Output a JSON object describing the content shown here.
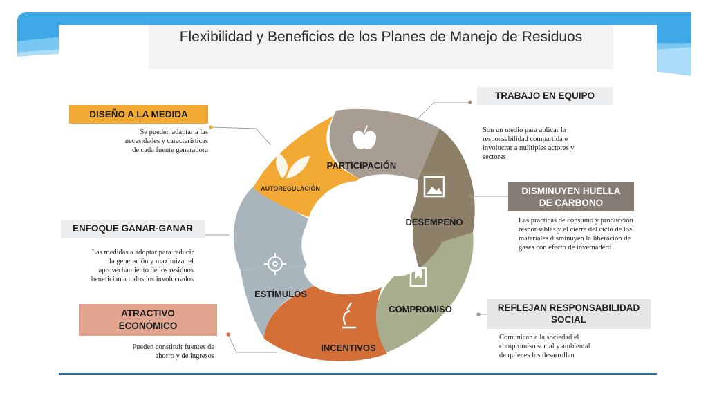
{
  "title": "Flexibilidad y Beneficios de los Planes de Manejo de Residuos",
  "colors": {
    "banner": "#3fa9e8",
    "autoregulacion": "#f2a934",
    "participacion": "#a89d92",
    "desempeno": "#8e7f68",
    "compromiso": "#a7ad8d",
    "incentivos": "#d46f38",
    "estimulos": "#a9b5bd",
    "accent_border": "#2a6fa8"
  },
  "segments": {
    "autoregulacion": {
      "label": "AUTOREGULACIÓN",
      "icon": "leaves-icon"
    },
    "participacion": {
      "label": "PARTICIPACIÓN",
      "icon": "apple-icon"
    },
    "desempeno": {
      "label": "DESEMPEÑO",
      "icon": "picture-icon"
    },
    "compromiso": {
      "label": "COMPROMISO",
      "icon": "bookmark-icon"
    },
    "incentivos": {
      "label": "INCENTIVOS",
      "icon": "microscope-icon"
    },
    "estimulos": {
      "label": "ESTÍMULOS",
      "icon": "target-icon"
    }
  },
  "callouts": {
    "diseno": {
      "title": "DISEÑO A LA MEDIDA",
      "lines": [
        "Se pueden adaptar a las",
        "necesidades y características",
        "de cada fuente generadora"
      ]
    },
    "ganar": {
      "title": "ENFOQUE GANAR-GANAR",
      "lines": [
        "Las medidas a adoptar para reducir",
        "la generación y maximizar el",
        "aprovechamiento de los residuos",
        "benefician a todos los involucrados"
      ]
    },
    "atractivo": {
      "title_1": "ATRACTIVO",
      "title_2": "ECONÓMICO",
      "lines": [
        "Pueden constituir fuentes de",
        "ahorro y de ingresos"
      ]
    },
    "trabajo": {
      "title": "TRABAJO EN EQUIPO",
      "lines": [
        "Son un medio para aplicar la",
        "responsabilidad compartida e",
        "involucrar a múltiples actores y",
        "sectores"
      ]
    },
    "huella": {
      "title_1": "DISMINUYEN HUELLA",
      "title_2": "DE CARBONO",
      "lines": [
        "Las prácticas de consumo y producción",
        "responsables y el cierre del ciclo de los",
        "materiales disminuyen la liberación de",
        "gases con efecto de invernadero"
      ]
    },
    "social": {
      "title_1": "REFLEJAN RESPONSABILIDAD",
      "title_2": "SOCIAL",
      "lines": [
        "Comunican a la sociedad el",
        "compromiso social y ambiental",
        "de quienes los desarrollan"
      ]
    }
  }
}
